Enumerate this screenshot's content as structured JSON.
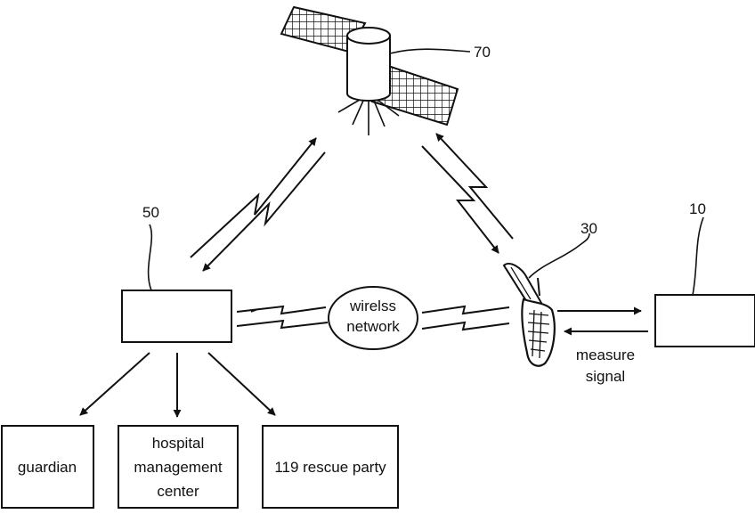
{
  "refs": {
    "satellite": "70",
    "server": "50",
    "phone": "30",
    "sensor": "10"
  },
  "network": {
    "line1": "wirelss",
    "line2": "network"
  },
  "measure": {
    "line1": "measure",
    "line2": "signal"
  },
  "destinations": {
    "guardian": "guardian",
    "hospital": [
      "hospital",
      "management",
      "center"
    ],
    "rescue": "119 rescue party"
  }
}
